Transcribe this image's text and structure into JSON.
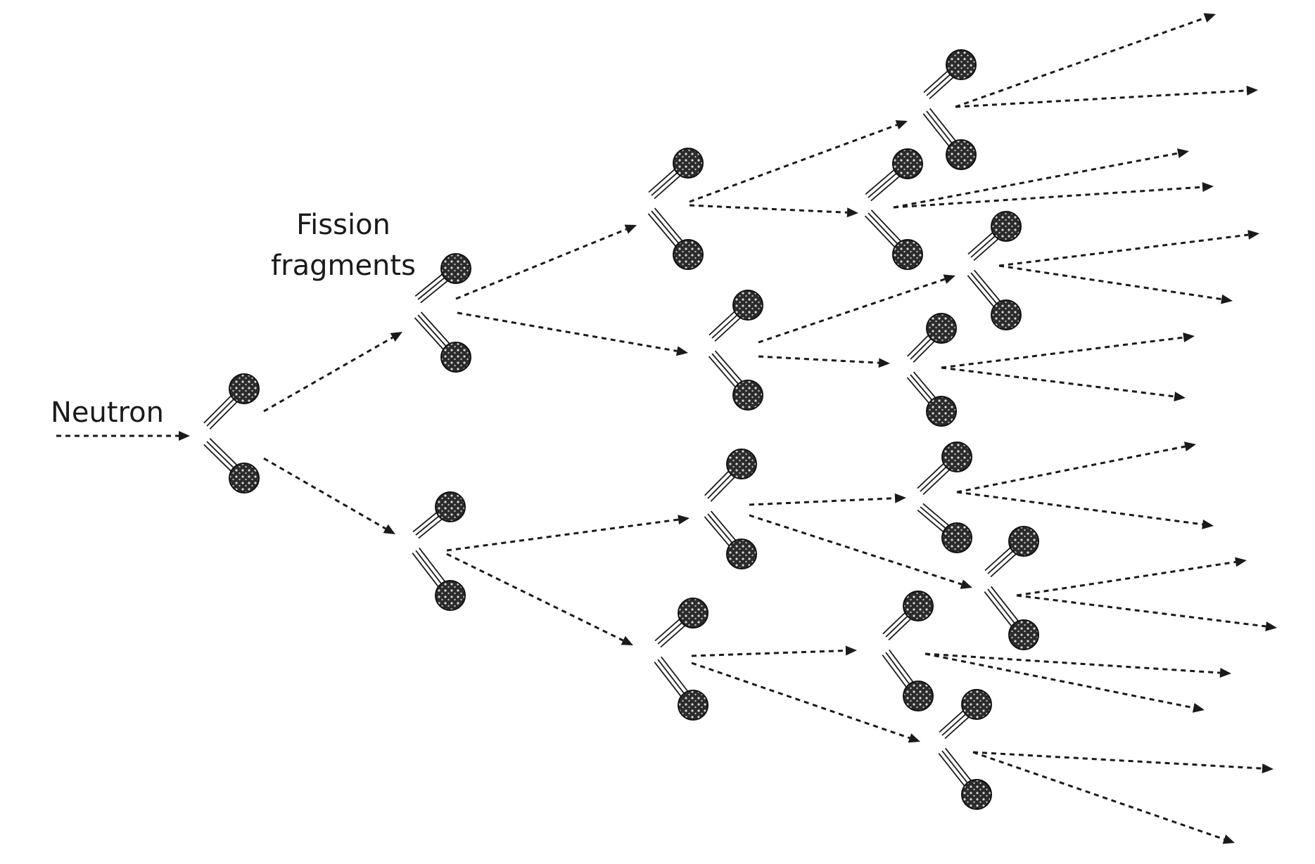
{
  "labels": {
    "neutron": "Neutron",
    "fission_line1": "Fission",
    "fission_line2": "fragments"
  },
  "colors": {
    "ink": "#1a1a1a",
    "background": "#ffffff"
  }
}
